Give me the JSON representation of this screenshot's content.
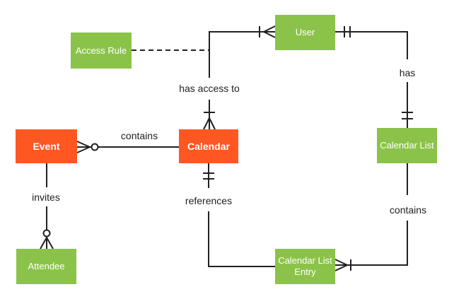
{
  "diagram": {
    "type": "entity-relationship-diagram",
    "notation": "crows-foot",
    "colors": {
      "entity_primary": "#FF5722",
      "entity_secondary": "#8BC34A",
      "line": "#212121",
      "label_text": "#212121",
      "entity_text": "#ffffff",
      "background": "#ffffff"
    },
    "entities": [
      {
        "id": "access-rule",
        "label": "Access Rule",
        "style": "secondary"
      },
      {
        "id": "user",
        "label": "User",
        "style": "secondary"
      },
      {
        "id": "event",
        "label": "Event",
        "style": "primary"
      },
      {
        "id": "calendar",
        "label": "Calendar",
        "style": "primary"
      },
      {
        "id": "calendar-list",
        "label": "Calendar List",
        "style": "secondary"
      },
      {
        "id": "attendee",
        "label": "Attendee",
        "style": "secondary"
      },
      {
        "id": "calendar-list-entry",
        "label": "Calendar List Entry",
        "style": "secondary"
      }
    ],
    "relationships": [
      {
        "id": "has-access-to",
        "label": "has access to",
        "from": "User",
        "to": "Calendar",
        "from_cardinality": "one-or-many",
        "to_cardinality": "one-or-many",
        "line": "solid"
      },
      {
        "id": "contains-event",
        "label": "contains",
        "from": "Calendar",
        "to": "Event",
        "from_cardinality": "none",
        "to_cardinality": "zero-or-many",
        "line": "solid"
      },
      {
        "id": "invites",
        "label": "invites",
        "from": "Event",
        "to": "Attendee",
        "from_cardinality": "none",
        "to_cardinality": "zero-or-many",
        "line": "solid"
      },
      {
        "id": "references",
        "label": "references",
        "from": "Calendar",
        "to": "Calendar List Entry",
        "from_cardinality": "one-and-only-one",
        "to_cardinality": "none",
        "line": "solid"
      },
      {
        "id": "has",
        "label": "has",
        "from": "User",
        "to": "Calendar List",
        "from_cardinality": "one-and-only-one",
        "to_cardinality": "one-and-only-one",
        "line": "solid"
      },
      {
        "id": "contains-list",
        "label": "contains",
        "from": "Calendar List",
        "to": "Calendar List Entry",
        "from_cardinality": "none",
        "to_cardinality": "one-or-many",
        "line": "solid"
      },
      {
        "id": "access-rule-link",
        "label": "",
        "from": "Access Rule",
        "to": "has-access-to",
        "from_cardinality": "none",
        "to_cardinality": "none",
        "line": "dashed"
      }
    ]
  }
}
